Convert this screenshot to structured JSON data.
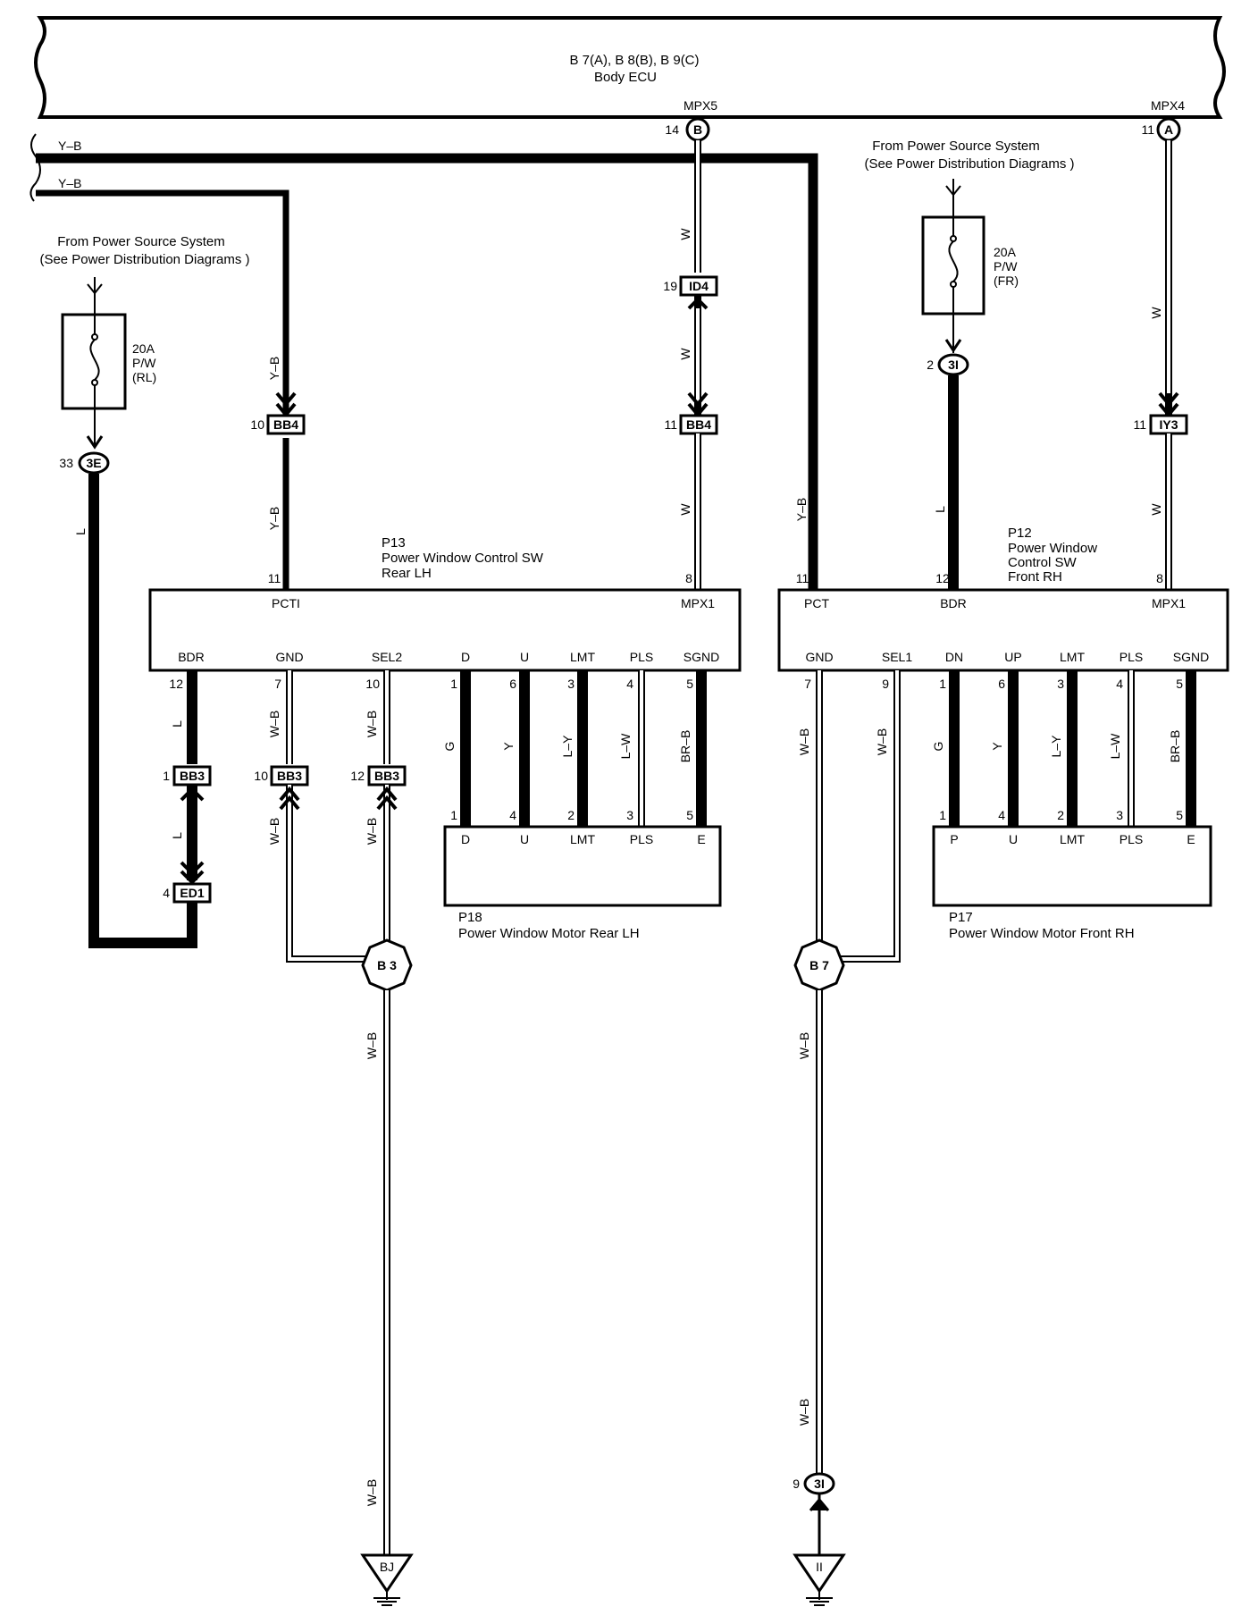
{
  "ecu": {
    "connectors": "B 7(A), B 8(B), B 9(C)",
    "name": "Body ECU"
  },
  "ecu_pins": {
    "mpx5": {
      "name": "MPX5",
      "pin": "14",
      "conn": "B"
    },
    "mpx4": {
      "name": "MPX4",
      "pin": "11",
      "conn": "A"
    }
  },
  "left_wires": {
    "top": "Y–B",
    "second": "Y–B"
  },
  "power_source_left": {
    "line1": "From Power Source System",
    "line2": "(See Power Distribution Diagrams )"
  },
  "power_source_right": {
    "line1": "From Power Source System",
    "line2": "(See Power Distribution Diagrams )"
  },
  "fuse_rl": {
    "amp": "20A",
    "name": "P/W",
    "loc": "(RL)"
  },
  "fuse_fr": {
    "amp": "20A",
    "name": "P/W",
    "loc": "(FR)"
  },
  "junctions": {
    "3e": {
      "pin": "33",
      "label": "3E"
    },
    "3i_top": {
      "pin": "2",
      "label": "3I"
    },
    "3i_bottom": {
      "pin": "9",
      "label": "3I"
    },
    "id4": {
      "pin": "19",
      "label": "ID4"
    },
    "bb4_left": {
      "pin": "10",
      "label": "BB4"
    },
    "bb4_right": {
      "pin": "11",
      "label": "BB4"
    },
    "iy3": {
      "pin": "11",
      "label": "IY3"
    },
    "bb3_a": {
      "pin": "1",
      "label": "BB3"
    },
    "bb3_b": {
      "pin": "10",
      "label": "BB3"
    },
    "bb3_c": {
      "pin": "12",
      "label": "BB3"
    },
    "ed1": {
      "pin": "4",
      "label": "ED1"
    },
    "b3": "B 3",
    "b7": "B 7"
  },
  "grounds": {
    "left": "BJ",
    "right": "II"
  },
  "p13": {
    "id": "P13",
    "name1": "Power Window Control SW",
    "name2": "Rear LH",
    "top_pins": [
      {
        "pin": "11",
        "name": "PCTI"
      },
      {
        "pin": "8",
        "name": "MPX1"
      }
    ],
    "bottom_pins": [
      {
        "pin": "12",
        "name": "BDR",
        "wire": "L"
      },
      {
        "pin": "7",
        "name": "GND",
        "wire": "W–B"
      },
      {
        "pin": "10",
        "name": "SEL2",
        "wire": "W–B"
      },
      {
        "pin": "1",
        "name": "D",
        "wire": "G"
      },
      {
        "pin": "6",
        "name": "U",
        "wire": "Y"
      },
      {
        "pin": "3",
        "name": "LMT",
        "wire": "L–Y"
      },
      {
        "pin": "4",
        "name": "PLS",
        "wire": "L–W"
      },
      {
        "pin": "5",
        "name": "SGND",
        "wire": "BR–B"
      }
    ]
  },
  "p12": {
    "id": "P12",
    "name1": "Power Window",
    "name2": "Control SW",
    "name3": "Front RH",
    "top_pins": [
      {
        "pin": "11",
        "name": "PCT"
      },
      {
        "pin": "12",
        "name": "BDR"
      },
      {
        "pin": "8",
        "name": "MPX1"
      }
    ],
    "bottom_pins": [
      {
        "pin": "7",
        "name": "GND",
        "wire": "W–B"
      },
      {
        "pin": "9",
        "name": "SEL1",
        "wire": "W–B"
      },
      {
        "pin": "1",
        "name": "DN",
        "wire": "G"
      },
      {
        "pin": "6",
        "name": "UP",
        "wire": "Y"
      },
      {
        "pin": "3",
        "name": "LMT",
        "wire": "L–Y"
      },
      {
        "pin": "4",
        "name": "PLS",
        "wire": "L–W"
      },
      {
        "pin": "5",
        "name": "SGND",
        "wire": "BR–B"
      }
    ]
  },
  "p18": {
    "id": "P18",
    "name": "Power Window Motor Rear LH",
    "pins": [
      {
        "pin": "1",
        "name": "D"
      },
      {
        "pin": "4",
        "name": "U"
      },
      {
        "pin": "2",
        "name": "LMT"
      },
      {
        "pin": "3",
        "name": "PLS"
      },
      {
        "pin": "5",
        "name": "E"
      }
    ]
  },
  "p17": {
    "id": "P17",
    "name": "Power Window Motor Front RH",
    "pins": [
      {
        "pin": "1",
        "name": "P"
      },
      {
        "pin": "4",
        "name": "U"
      },
      {
        "pin": "2",
        "name": "LMT"
      },
      {
        "pin": "3",
        "name": "PLS"
      },
      {
        "pin": "5",
        "name": "E"
      }
    ]
  },
  "wire_colors": {
    "w": "W",
    "yb": "Y–B",
    "l": "L",
    "wb": "W–B"
  }
}
